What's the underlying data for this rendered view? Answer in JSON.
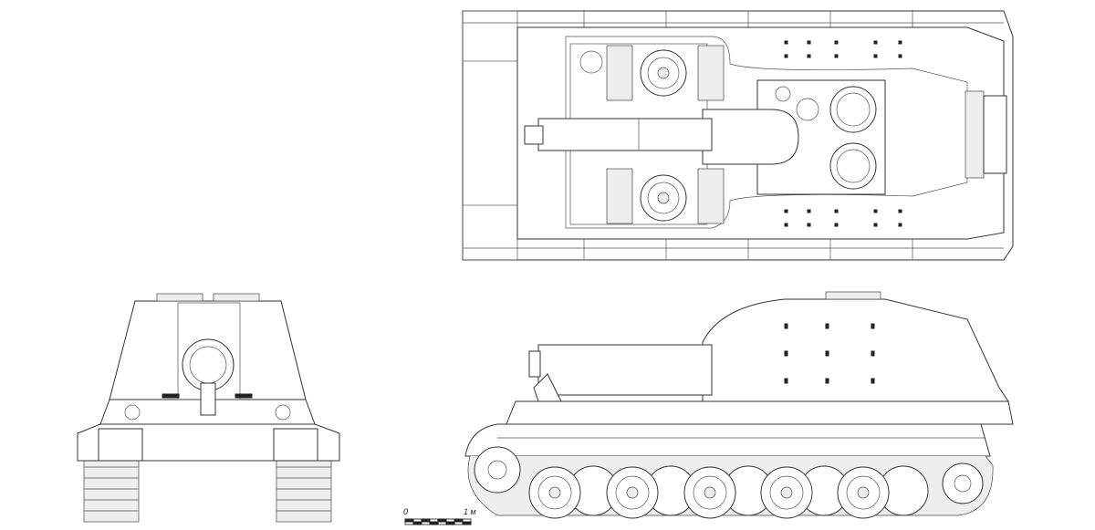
{
  "scale_bar": {
    "start_label": "0",
    "end_label": "1 м",
    "segments": 8
  },
  "views": [
    "top-view",
    "front-view",
    "side-view"
  ]
}
